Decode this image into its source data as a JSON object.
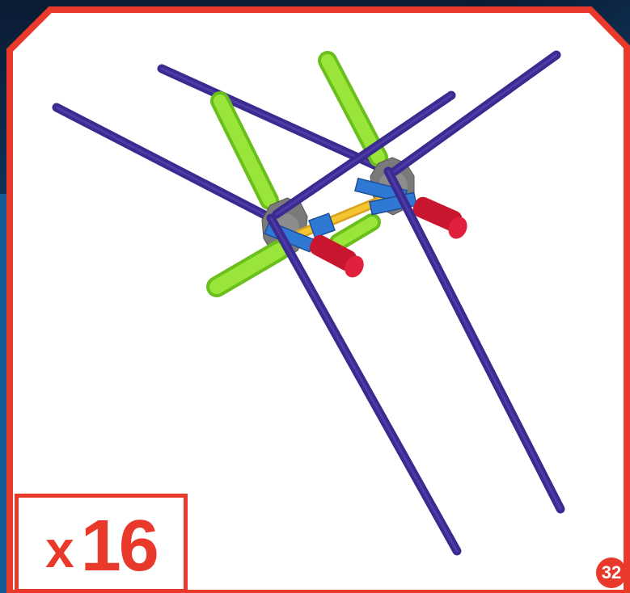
{
  "instruction": {
    "quantity_prefix": "x",
    "quantity_value": "16",
    "page_number": "32"
  },
  "colors": {
    "frame_red": "#e8392a",
    "background_dark_blue": "#0d2440",
    "background_accent_blue": "#1a6fa8",
    "rod_purple": "#3b2a8f",
    "connector_green": "#8fdc2e",
    "connector_grey": "#7a7a7a",
    "clip_blue": "#2f78d4",
    "rod_yellow": "#f4c531",
    "cap_red": "#e0213e"
  },
  "icons": {
    "assembly": "knex-rod-assembly-illustration"
  }
}
